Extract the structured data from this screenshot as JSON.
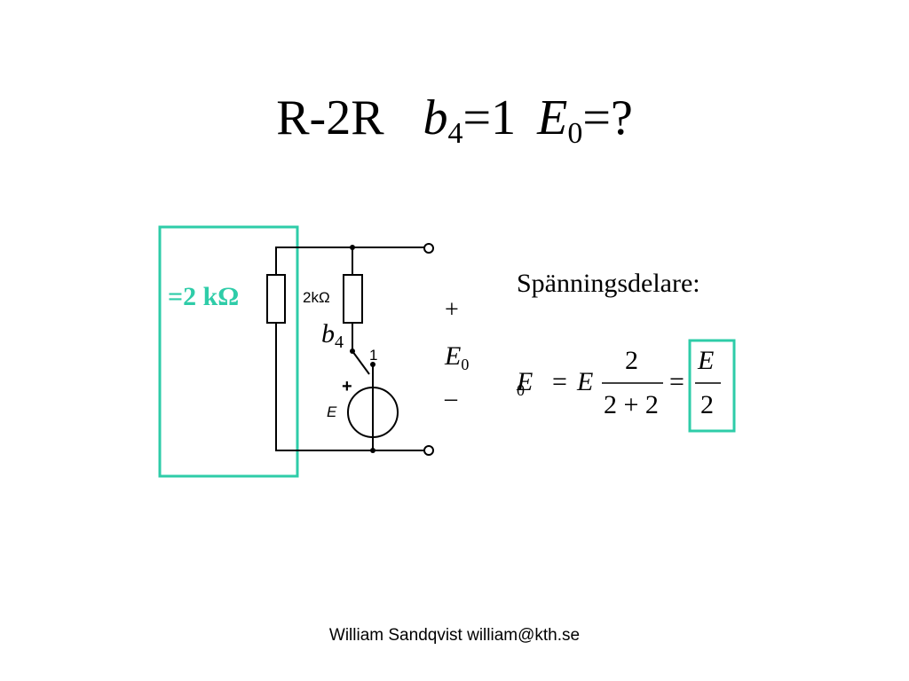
{
  "title": {
    "part1": "R-2R",
    "b_symbol": "b",
    "b_sub": "4",
    "b_value": "=1",
    "e_symbol": "E",
    "e_sub": "0",
    "e_value": "=?"
  },
  "circuit": {
    "equivalent_label": "=2 kΩ",
    "resistor_label": "2kΩ",
    "switch_label_b": "b",
    "switch_label_sub": "4",
    "switch_position": "1",
    "source_plus": "+",
    "source_label": "E",
    "output_plus": "+",
    "output_label": "E",
    "output_sub": "0",
    "output_minus": "–"
  },
  "formula": {
    "heading": "Spänningsdelare:",
    "lhs": "E",
    "lhs_sub": "0",
    "eq1": "=",
    "e": "E",
    "frac_num": "2",
    "frac_den": "2 + 2",
    "eq2": "=",
    "result_num": "E",
    "result_den": "2"
  },
  "footer": {
    "text": "William Sandqvist  william@kth.se"
  },
  "colors": {
    "highlight": "#2ecca8",
    "line": "#000000"
  }
}
